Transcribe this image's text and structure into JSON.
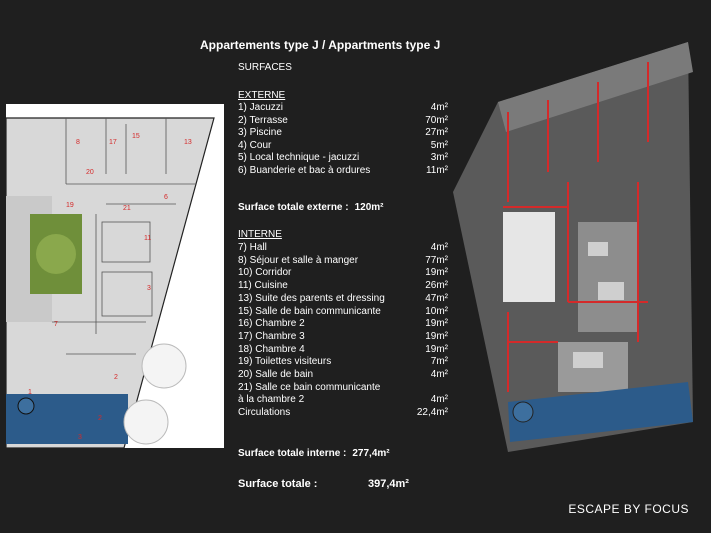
{
  "title": "Appartements type J / Appartments type J",
  "surfaces_label": "SURFACES",
  "externe": {
    "heading": "EXTERNE",
    "items": [
      {
        "label": "1) Jacuzzi",
        "value": "4m²"
      },
      {
        "label": "2) Terrasse",
        "value": "70m²"
      },
      {
        "label": "3) Piscine",
        "value": "27m²"
      },
      {
        "label": "4) Cour",
        "value": "5m²"
      },
      {
        "label": "5) Local technique - jacuzzi",
        "value": "3m²"
      },
      {
        "label": "6) Buanderie et bac à ordures",
        "value": "11m²"
      }
    ],
    "total_label": "Surface totale externe :",
    "total_value": "120m²"
  },
  "interne": {
    "heading": "INTERNE",
    "items": [
      {
        "label": "7) Hall",
        "value": "4m²"
      },
      {
        "label": "8) Séjour et salle à manger",
        "value": "77m²"
      },
      {
        "label": "10) Corridor",
        "value": "19m²"
      },
      {
        "label": "11) Cuisine",
        "value": "26m²"
      },
      {
        "label": "13) Suite des parents et dressing",
        "value": "47m²"
      },
      {
        "label": "15) Salle de bain communicante",
        "value": "10m²"
      },
      {
        "label": "16) Chambre 2",
        "value": "19m²"
      },
      {
        "label": "17) Chambre 3",
        "value": "19m²"
      },
      {
        "label": "18) Chambre 4",
        "value": "19m²"
      },
      {
        "label": "19) Toilettes visiteurs",
        "value": "7m²"
      },
      {
        "label": "20) Salle de bain",
        "value": "4m²"
      },
      {
        "label": "21) Salle ce bain communicante",
        "value": ""
      },
      {
        "label": "à la chambre 2",
        "value": "4m²"
      },
      {
        "label": "     Circulations",
        "value": "22,4m²"
      }
    ],
    "total_label": "Surface totale interne :",
    "total_value": "277,4m²"
  },
  "grand_total": {
    "label": "Surface totale :",
    "value": "397,4m²"
  },
  "brand": "ESCAPE BY FOCUS",
  "plan_labels": [
    "8",
    "17",
    "15",
    "13",
    "20",
    "19",
    "21",
    "6",
    "11",
    "3",
    "7",
    "1",
    "2",
    "2",
    "3"
  ],
  "colors": {
    "background": "#1f1f1f",
    "pool": "#2c5b8a",
    "plan_marker": "#d42a2a",
    "garden": "#6f8f3a"
  }
}
